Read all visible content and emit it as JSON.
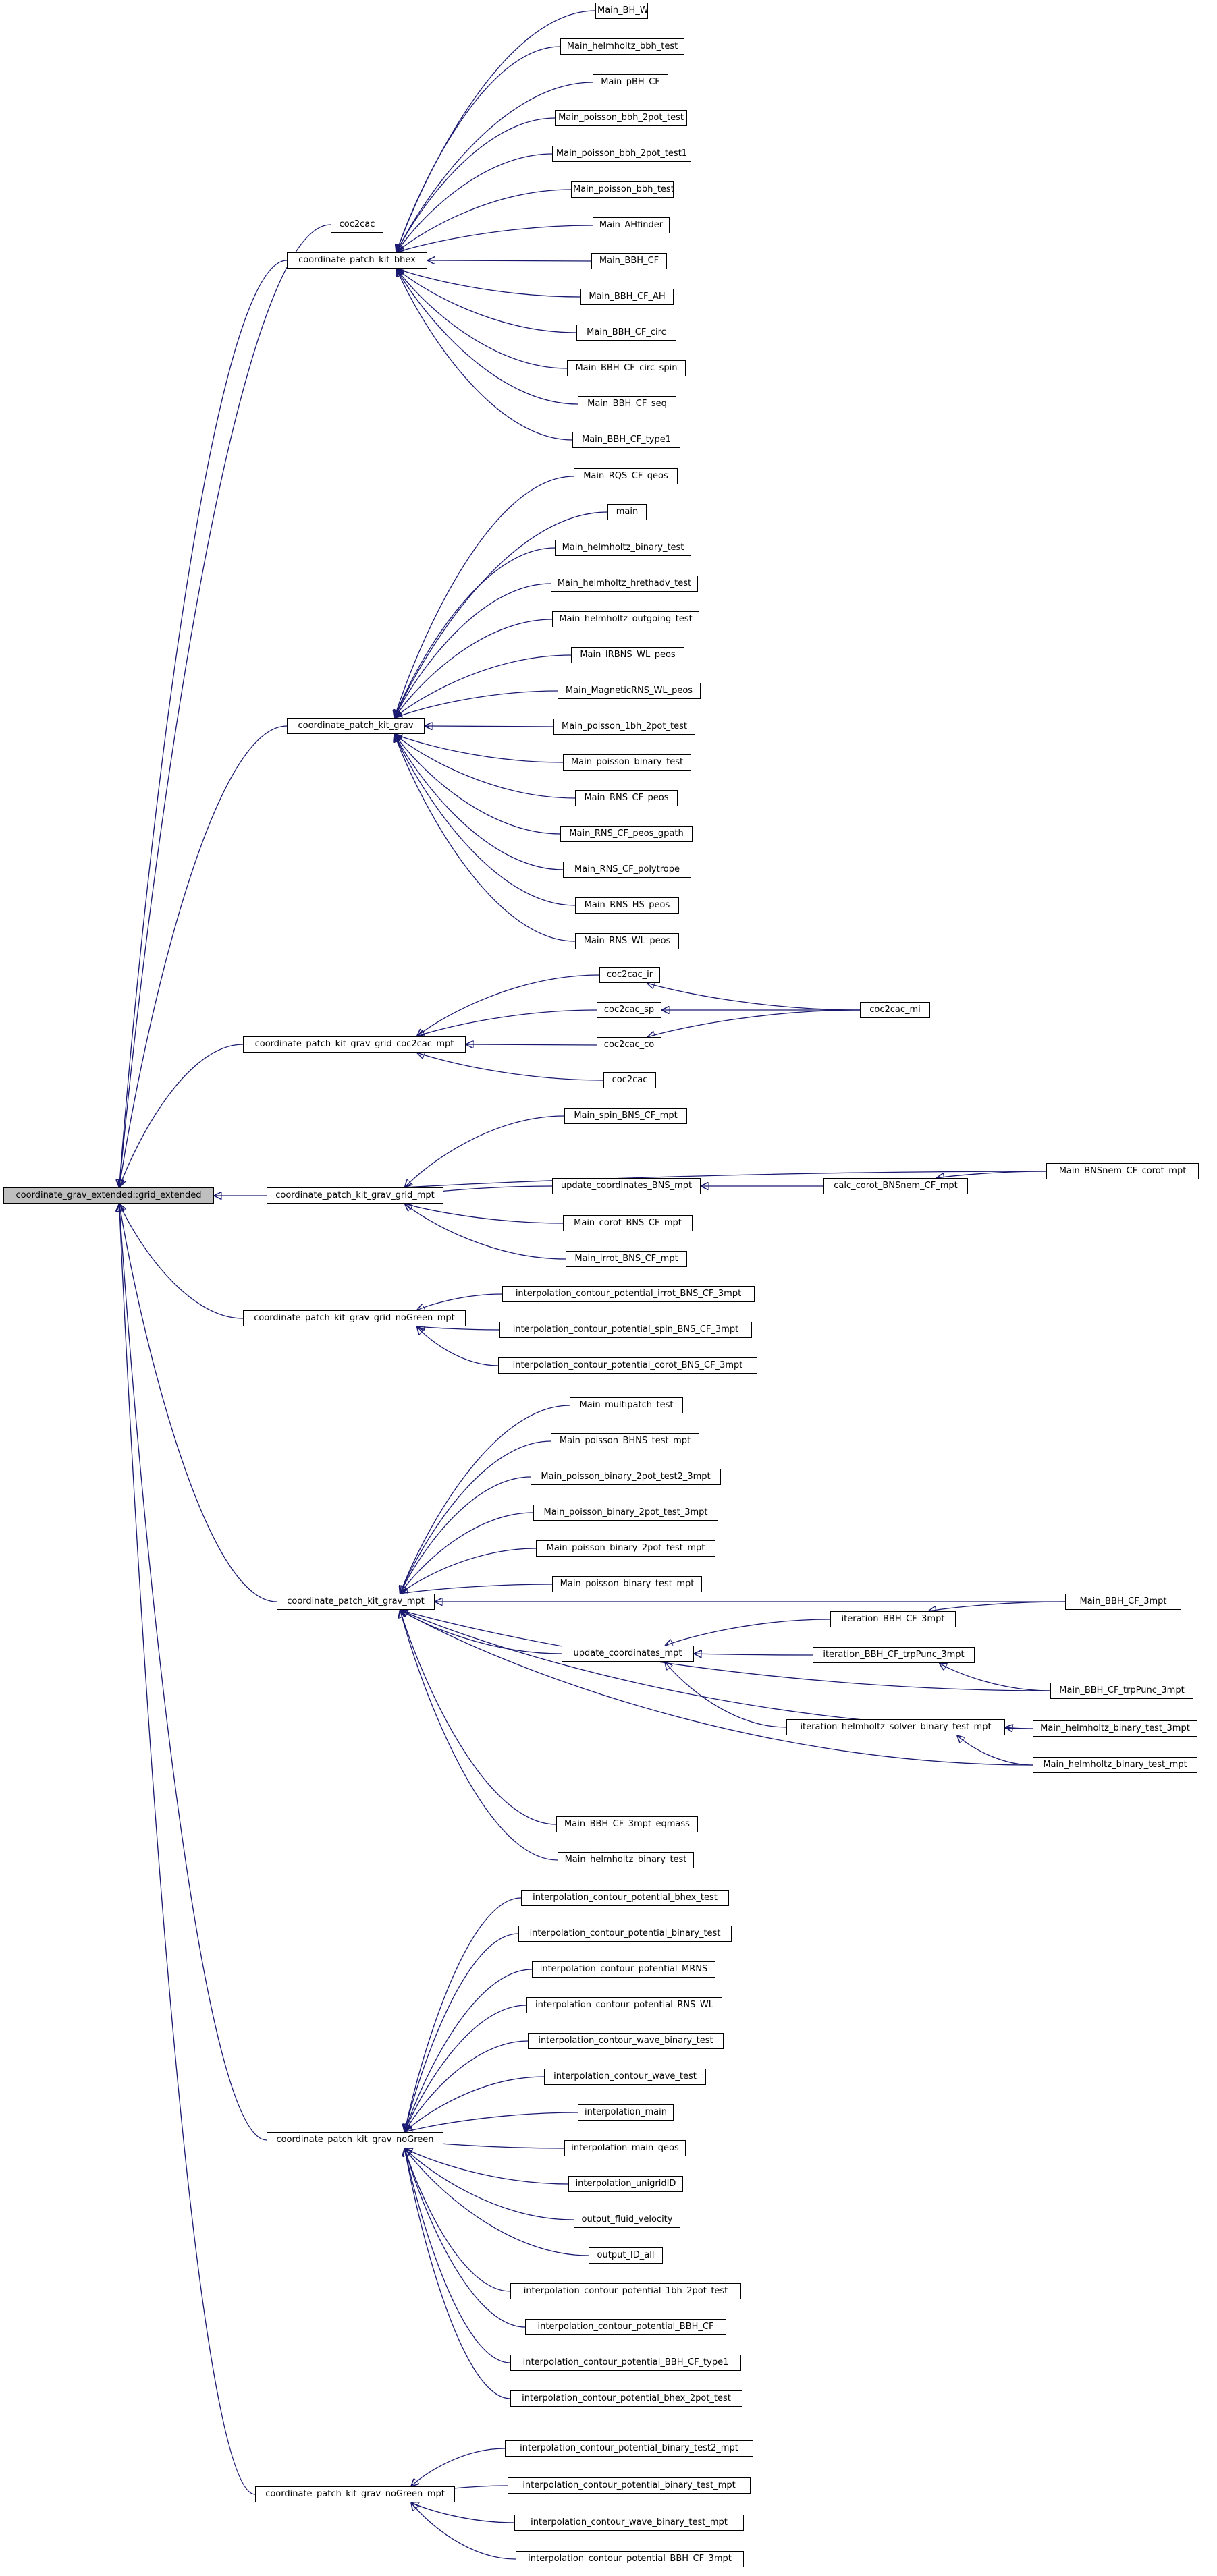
{
  "graph": {
    "root": "coordinate_grav_extended::grid_extended",
    "nodes": {
      "root": "coordinate_grav_extended::grid_extended",
      "cpk_bhex": "coordinate_patch_kit_bhex",
      "coc2cac_a": "coc2cac",
      "bhex_1": "Main_BH_WL",
      "bhex_2": "Main_helmholtz_bbh_test",
      "bhex_3": "Main_pBH_CF",
      "bhex_4": "Main_poisson_bbh_2pot_test",
      "bhex_5": "Main_poisson_bbh_2pot_test1",
      "bhex_6": "Main_poisson_bbh_test",
      "bhex_7": "Main_AHfinder",
      "bhex_8": "Main_BBH_CF",
      "bhex_9": "Main_BBH_CF_AH",
      "bhex_10": "Main_BBH_CF_circ",
      "bhex_11": "Main_BBH_CF_circ_spin",
      "bhex_12": "Main_BBH_CF_seq",
      "bhex_13": "Main_BBH_CF_type1",
      "cpk_grav": "coordinate_patch_kit_grav",
      "grav_1": "Main_RQS_CF_qeos",
      "grav_2": "main",
      "grav_3": "Main_helmholtz_binary_test",
      "grav_4": "Main_helmholtz_hrethadv_test",
      "grav_5": "Main_helmholtz_outgoing_test",
      "grav_6": "Main_IRBNS_WL_peos",
      "grav_7": "Main_MagneticRNS_WL_peos",
      "grav_8": "Main_poisson_1bh_2pot_test",
      "grav_9": "Main_poisson_binary_test",
      "grav_10": "Main_RNS_CF_peos",
      "grav_11": "Main_RNS_CF_peos_gpath",
      "grav_12": "Main_RNS_CF_polytrope",
      "grav_13": "Main_RNS_HS_peos",
      "grav_14": "Main_RNS_WL_peos",
      "cpk_c2c": "coordinate_patch_kit_grav_grid_coc2cac_mpt",
      "c2c_ir": "coc2cac_ir",
      "c2c_sp": "coc2cac_sp",
      "c2c_co": "coc2cac_co",
      "c2c_b": "coc2cac",
      "c2c_mi": "coc2cac_mi",
      "cpk_gmpt": "coordinate_patch_kit_grav_grid_mpt",
      "g_spin": "Main_spin_BNS_CF_mpt",
      "g_upd": "update_coordinates_BNS_mpt",
      "g_calc": "calc_corot_BNSnem_CF_mpt",
      "g_bnsnem": "Main_BNSnem_CF_corot_mpt",
      "g_corot": "Main_corot_BNS_CF_mpt",
      "g_irrot": "Main_irrot_BNS_CF_mpt",
      "cpk_nog_grid": "coordinate_patch_kit_grav_grid_noGreen_mpt",
      "ng_1": "interpolation_contour_potential_irrot_BNS_CF_3mpt",
      "ng_2": "interpolation_contour_potential_spin_BNS_CF_3mpt",
      "ng_3": "interpolation_contour_potential_corot_BNS_CF_3mpt",
      "cpk_mpt": "coordinate_patch_kit_grav_mpt",
      "m_1": "Main_multipatch_test",
      "m_2": "Main_poisson_BHNS_test_mpt",
      "m_3": "Main_poisson_binary_2pot_test2_3mpt",
      "m_4": "Main_poisson_binary_2pot_test_3mpt",
      "m_5": "Main_poisson_binary_2pot_test_mpt",
      "m_6": "Main_poisson_binary_test_mpt",
      "m_bbh3": "Main_BBH_CF_3mpt",
      "m_upd": "update_coordinates_mpt",
      "m_it1": "iteration_BBH_CF_3mpt",
      "m_it2": "iteration_BBH_CF_trpPunc_3mpt",
      "m_trp": "Main_BBH_CF_trpPunc_3mpt",
      "m_ith": "iteration_helmholtz_solver_binary_test_mpt",
      "m_hb3": "Main_helmholtz_binary_test_3mpt",
      "m_hbm": "Main_helmholtz_binary_test_mpt",
      "m_eq": "Main_BBH_CF_3mpt_eqmass",
      "m_hbt": "Main_helmholtz_binary_test",
      "cpk_nog": "coordinate_patch_kit_grav_noGreen",
      "n_1": "interpolation_contour_potential_bhex_test",
      "n_2": "interpolation_contour_potential_binary_test",
      "n_3": "interpolation_contour_potential_MRNS",
      "n_4": "interpolation_contour_potential_RNS_WL",
      "n_5": "interpolation_contour_wave_binary_test",
      "n_6": "interpolation_contour_wave_test",
      "n_7": "interpolation_main",
      "n_8": "interpolation_main_qeos",
      "n_9": "interpolation_unigridID",
      "n_10": "output_fluid_velocity",
      "n_11": "output_ID_all",
      "n_12": "interpolation_contour_potential_1bh_2pot_test",
      "n_13": "interpolation_contour_potential_BBH_CF",
      "n_14": "interpolation_contour_potential_BBH_CF_type1",
      "n_15": "interpolation_contour_potential_bhex_2pot_test",
      "cpk_nog_mpt": "coordinate_patch_kit_grav_noGreen_mpt",
      "nm_1": "interpolation_contour_potential_binary_test2_mpt",
      "nm_2": "interpolation_contour_potential_binary_test_mpt",
      "nm_3": "interpolation_contour_wave_binary_test_mpt",
      "nm_4": "interpolation_contour_potential_BBH_CF_3mpt"
    },
    "edges": [
      [
        "coc2cac_a",
        "root"
      ],
      [
        "cpk_bhex",
        "root"
      ],
      [
        "cpk_grav",
        "root"
      ],
      [
        "cpk_c2c",
        "root"
      ],
      [
        "cpk_gmpt",
        "root"
      ],
      [
        "cpk_nog_grid",
        "root"
      ],
      [
        "cpk_mpt",
        "root"
      ],
      [
        "cpk_nog",
        "root"
      ],
      [
        "cpk_nog_mpt",
        "root"
      ],
      [
        "bhex_1",
        "cpk_bhex"
      ],
      [
        "bhex_2",
        "cpk_bhex"
      ],
      [
        "bhex_3",
        "cpk_bhex"
      ],
      [
        "bhex_4",
        "cpk_bhex"
      ],
      [
        "bhex_5",
        "cpk_bhex"
      ],
      [
        "bhex_6",
        "cpk_bhex"
      ],
      [
        "bhex_7",
        "cpk_bhex"
      ],
      [
        "bhex_8",
        "cpk_bhex"
      ],
      [
        "bhex_9",
        "cpk_bhex"
      ],
      [
        "bhex_10",
        "cpk_bhex"
      ],
      [
        "bhex_11",
        "cpk_bhex"
      ],
      [
        "bhex_12",
        "cpk_bhex"
      ],
      [
        "bhex_13",
        "cpk_bhex"
      ],
      [
        "grav_1",
        "cpk_grav"
      ],
      [
        "grav_2",
        "cpk_grav"
      ],
      [
        "grav_3",
        "cpk_grav"
      ],
      [
        "grav_4",
        "cpk_grav"
      ],
      [
        "grav_5",
        "cpk_grav"
      ],
      [
        "grav_6",
        "cpk_grav"
      ],
      [
        "grav_7",
        "cpk_grav"
      ],
      [
        "grav_8",
        "cpk_grav"
      ],
      [
        "grav_9",
        "cpk_grav"
      ],
      [
        "grav_10",
        "cpk_grav"
      ],
      [
        "grav_11",
        "cpk_grav"
      ],
      [
        "grav_12",
        "cpk_grav"
      ],
      [
        "grav_13",
        "cpk_grav"
      ],
      [
        "grav_14",
        "cpk_grav"
      ],
      [
        "c2c_ir",
        "cpk_c2c"
      ],
      [
        "c2c_sp",
        "cpk_c2c"
      ],
      [
        "c2c_co",
        "cpk_c2c"
      ],
      [
        "c2c_b",
        "cpk_c2c"
      ],
      [
        "c2c_mi",
        "c2c_ir"
      ],
      [
        "c2c_mi",
        "c2c_sp"
      ],
      [
        "c2c_mi",
        "c2c_co"
      ],
      [
        "g_spin",
        "cpk_gmpt"
      ],
      [
        "g_upd",
        "cpk_gmpt"
      ],
      [
        "g_bnsnem",
        "cpk_gmpt"
      ],
      [
        "g_corot",
        "cpk_gmpt"
      ],
      [
        "g_irrot",
        "cpk_gmpt"
      ],
      [
        "g_calc",
        "g_upd"
      ],
      [
        "g_bnsnem",
        "g_calc"
      ],
      [
        "ng_1",
        "cpk_nog_grid"
      ],
      [
        "ng_2",
        "cpk_nog_grid"
      ],
      [
        "ng_3",
        "cpk_nog_grid"
      ],
      [
        "m_1",
        "cpk_mpt"
      ],
      [
        "m_2",
        "cpk_mpt"
      ],
      [
        "m_3",
        "cpk_mpt"
      ],
      [
        "m_4",
        "cpk_mpt"
      ],
      [
        "m_5",
        "cpk_mpt"
      ],
      [
        "m_6",
        "cpk_mpt"
      ],
      [
        "m_bbh3",
        "cpk_mpt"
      ],
      [
        "m_upd",
        "cpk_mpt"
      ],
      [
        "m_trp",
        "cpk_mpt"
      ],
      [
        "m_hb3",
        "cpk_mpt"
      ],
      [
        "m_hbm",
        "cpk_mpt"
      ],
      [
        "m_eq",
        "cpk_mpt"
      ],
      [
        "m_hbt",
        "cpk_mpt"
      ],
      [
        "m_it1",
        "m_upd"
      ],
      [
        "m_it2",
        "m_upd"
      ],
      [
        "m_ith",
        "m_upd"
      ],
      [
        "m_bbh3",
        "m_it1"
      ],
      [
        "m_trp",
        "m_it2"
      ],
      [
        "m_hb3",
        "m_ith"
      ],
      [
        "m_hbm",
        "m_ith"
      ],
      [
        "n_1",
        "cpk_nog"
      ],
      [
        "n_2",
        "cpk_nog"
      ],
      [
        "n_3",
        "cpk_nog"
      ],
      [
        "n_4",
        "cpk_nog"
      ],
      [
        "n_5",
        "cpk_nog"
      ],
      [
        "n_6",
        "cpk_nog"
      ],
      [
        "n_7",
        "cpk_nog"
      ],
      [
        "n_8",
        "cpk_nog"
      ],
      [
        "n_9",
        "cpk_nog"
      ],
      [
        "n_10",
        "cpk_nog"
      ],
      [
        "n_11",
        "cpk_nog"
      ],
      [
        "n_12",
        "cpk_nog"
      ],
      [
        "n_13",
        "cpk_nog"
      ],
      [
        "n_14",
        "cpk_nog"
      ],
      [
        "n_15",
        "cpk_nog"
      ],
      [
        "nm_1",
        "cpk_nog_mpt"
      ],
      [
        "nm_2",
        "cpk_nog_mpt"
      ],
      [
        "nm_3",
        "cpk_nog_mpt"
      ],
      [
        "nm_4",
        "cpk_nog_mpt"
      ]
    ],
    "colors": {
      "edge": "#191970",
      "root_fill": "#bfbfbf",
      "node_fill": "#ffffff",
      "border": "#000000"
    }
  }
}
